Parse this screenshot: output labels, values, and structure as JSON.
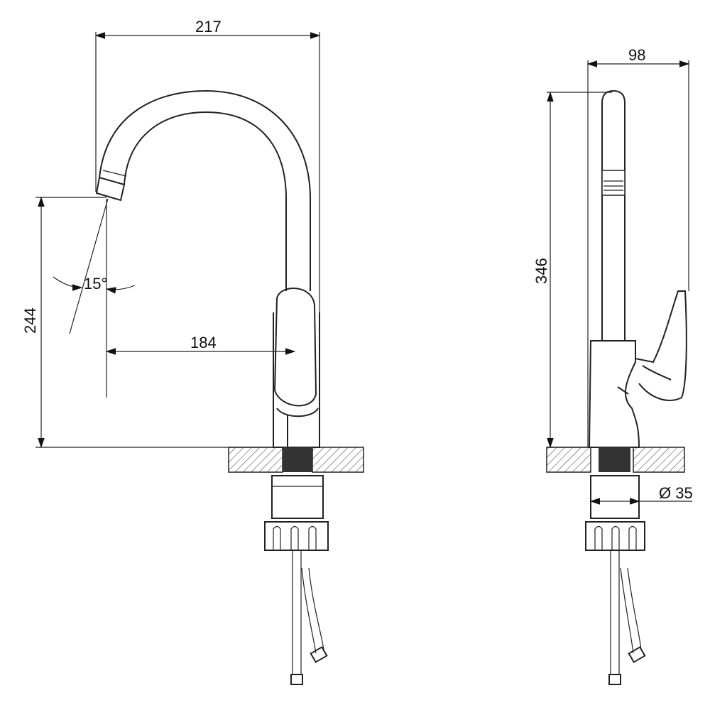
{
  "drawing": {
    "front_view": {
      "overall_width": "217",
      "spout_height": "244",
      "spout_reach": "184",
      "spout_angle": "15°"
    },
    "side_view": {
      "overall_depth": "98",
      "overall_height": "346",
      "base_diameter": "Ø 35"
    }
  }
}
